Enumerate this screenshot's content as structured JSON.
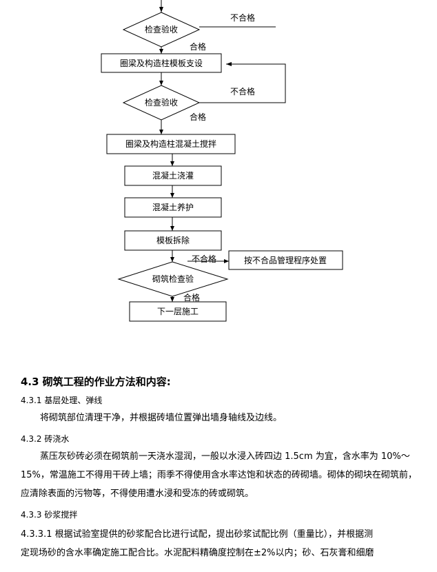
{
  "flowchart": {
    "d1": "检查验收",
    "d1_fail": "不合格",
    "d1_pass": "合格",
    "b1": "圈梁及构造柱模板支设",
    "d2": "检查验收",
    "d2_fail": "不合格",
    "d2_pass": "合格",
    "b2": "圈梁及构造柱混凝土搅拌",
    "b3": "混凝土浇灌",
    "b4": "混凝土养护",
    "b5": "模板拆除",
    "d3": "砌筑检查验",
    "d3_fail": "不合格",
    "d3_pass": "合格",
    "b6": "按不合品管理程序处置",
    "b7": "下一层施工"
  },
  "section": {
    "title": "4.3 砌筑工程的作业方法和内容:",
    "s1_title": "4.3.1 基层处理、弹线",
    "s1_text": "将砌筑部位清理干净，并根据砖墙位置弹出墙身轴线及边线。",
    "s2_title": "4.3.2 砖浇水",
    "s2_text": "蒸压灰砂砖必须在砌筑前一天浇水湿润，一般以水浸入砖四边 1.5cm 为宜，含水率为 10%～15%，常温施工不得用干砖上墙；雨季不得使用含水率达饱和状态的砖砌墙。砌体的砌块在砌筑前，应清除表面的污物等，不得使用遭水浸和受冻的砖或砌筑。",
    "s3_title": "4.3.3 砂浆搅拌",
    "s3_line1": "4.3.3.1 根据试验室提供的砂浆配合比进行试配，提出砂浆试配比例（重量比），并根据测",
    "s3_line2": "定现场砂的含水率确定施工配合比。水泥配料精确度控制在±2%以内；砂、石灰膏和细磨"
  }
}
